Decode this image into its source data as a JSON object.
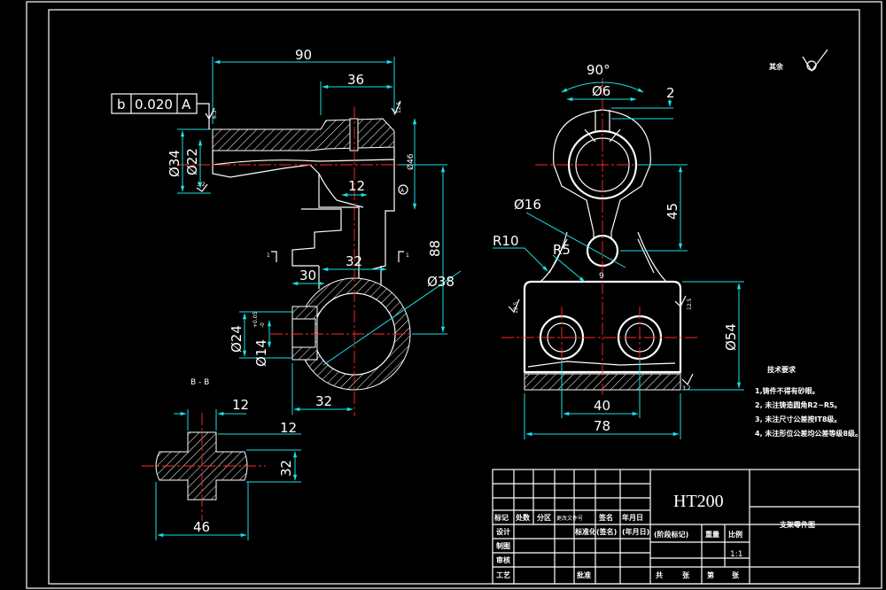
{
  "dimensions": {
    "d90": "90",
    "d36": "36",
    "d12a": "12",
    "d88": "88",
    "d32a": "32",
    "d30": "30",
    "d38": "Ø38",
    "d34": "Ø34",
    "d22": "Ø22",
    "d46": "Ø46",
    "d24": "Ø24",
    "d14": "Ø14",
    "d14tol_upper": "+0.05",
    "d14tol_lower": "-0",
    "d32b": "32",
    "d12b": "12",
    "d12c": "12",
    "d32c": "32",
    "d46b": "46",
    "ang90": "90°",
    "d6": "Ø6",
    "d2": "2",
    "d45": "45",
    "d16": "Ø16",
    "r10": "R10",
    "r5": "R5",
    "d9": "9",
    "d54": "Ø54",
    "d40": "40",
    "d78": "78"
  },
  "tolerance_frame": {
    "symbol": "b",
    "value": "0.020",
    "datum": "A"
  },
  "section_label": "B - B",
  "cut_mark_left": "1",
  "cut_mark_right": "1",
  "datum_a": "A",
  "roughness": {
    "r_a": "12.5",
    "r_b": "6.3",
    "r_c": "3.2",
    "r_d": "12.5",
    "r_e": "12.5",
    "r_f": "3.2"
  },
  "finish_note": "其余",
  "tech_requirements": {
    "title": "技术要求",
    "items": [
      "1,铸件不得有砂眼。",
      "2, 未注铸造圆角R2~R5。",
      "3, 未注尺寸公差按IT8级。",
      "4, 未注形位公差均公差等级8级。"
    ]
  },
  "title_block": {
    "material": "HT200",
    "drawing_name": "支架零件图",
    "scale": "1:1",
    "rows": {
      "r1": [
        "标记",
        "处数",
        "分区",
        "更改文件号",
        "签名",
        "年月日"
      ],
      "r2": [
        "设计",
        "",
        "",
        "标准化",
        "(签名)",
        "(年月日)"
      ],
      "r3": [
        "制图"
      ],
      "r4": [
        "审核"
      ],
      "r5": [
        "工艺",
        "",
        "",
        "批准"
      ]
    },
    "stage_label": "(阶段标记)",
    "weight_label": "重量",
    "scale_label": "比例",
    "sheet_labels": [
      "共",
      "张",
      "第",
      "张"
    ]
  }
}
